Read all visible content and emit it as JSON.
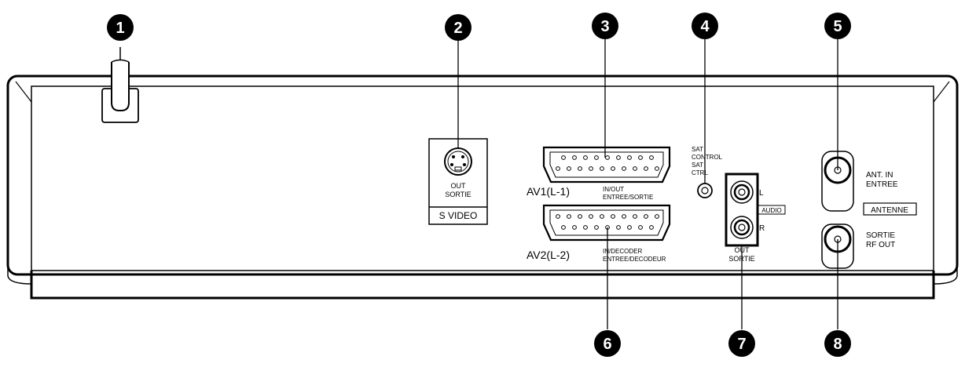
{
  "markers": {
    "m1": "1",
    "m2": "2",
    "m3": "3",
    "m4": "4",
    "m5": "5",
    "m6": "6",
    "m7": "7",
    "m8": "8"
  },
  "svideo": {
    "out": "OUT",
    "sortie": "SORTIE",
    "label": "S VIDEO"
  },
  "av1": {
    "name": "AV1(L-1)",
    "line1": "IN/OUT",
    "line2": "ENTREE/SORTIE"
  },
  "av2": {
    "name": "AV2(L-2)",
    "line1": "IN/DECODER",
    "line2": "ENTREE/DECODEUR"
  },
  "satcontrol": {
    "line1": "SAT",
    "line2": "CONTROL",
    "line3": "SAT",
    "line4": "CTRL"
  },
  "audio": {
    "l": "L",
    "r": "R",
    "label": "AUDIO",
    "out": "OUT",
    "sortie": "SORTIE"
  },
  "antenna": {
    "in_line1": "ANT. IN",
    "in_line2": "ENTREE",
    "label": "ANTENNE",
    "out_line1": "SORTIE",
    "out_line2": "RF OUT"
  },
  "colors": {
    "ink": "#000000",
    "paper": "#ffffff"
  }
}
